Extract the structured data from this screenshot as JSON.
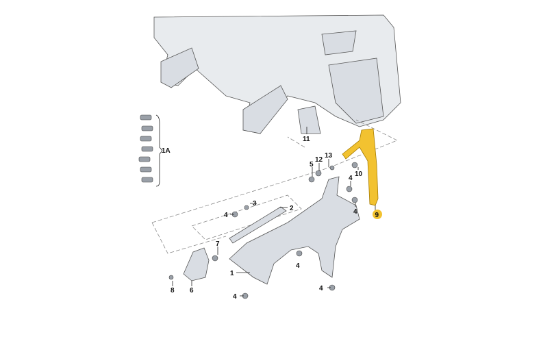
{
  "diagram": {
    "title": "Front fender parts diagram",
    "highlight_color": "#f2c230",
    "labels": {
      "p1A": "1A",
      "p11": "11",
      "p13": "13",
      "p12": "12",
      "p5": "5",
      "p10": "10",
      "p4a": "4",
      "p4b": "4",
      "p9": "9",
      "p3": "3",
      "p2": "2",
      "p4c": "4",
      "p7": "7",
      "p1": "1",
      "p4d": "4",
      "p8": "8",
      "p6": "6",
      "p4e": "4"
    }
  }
}
